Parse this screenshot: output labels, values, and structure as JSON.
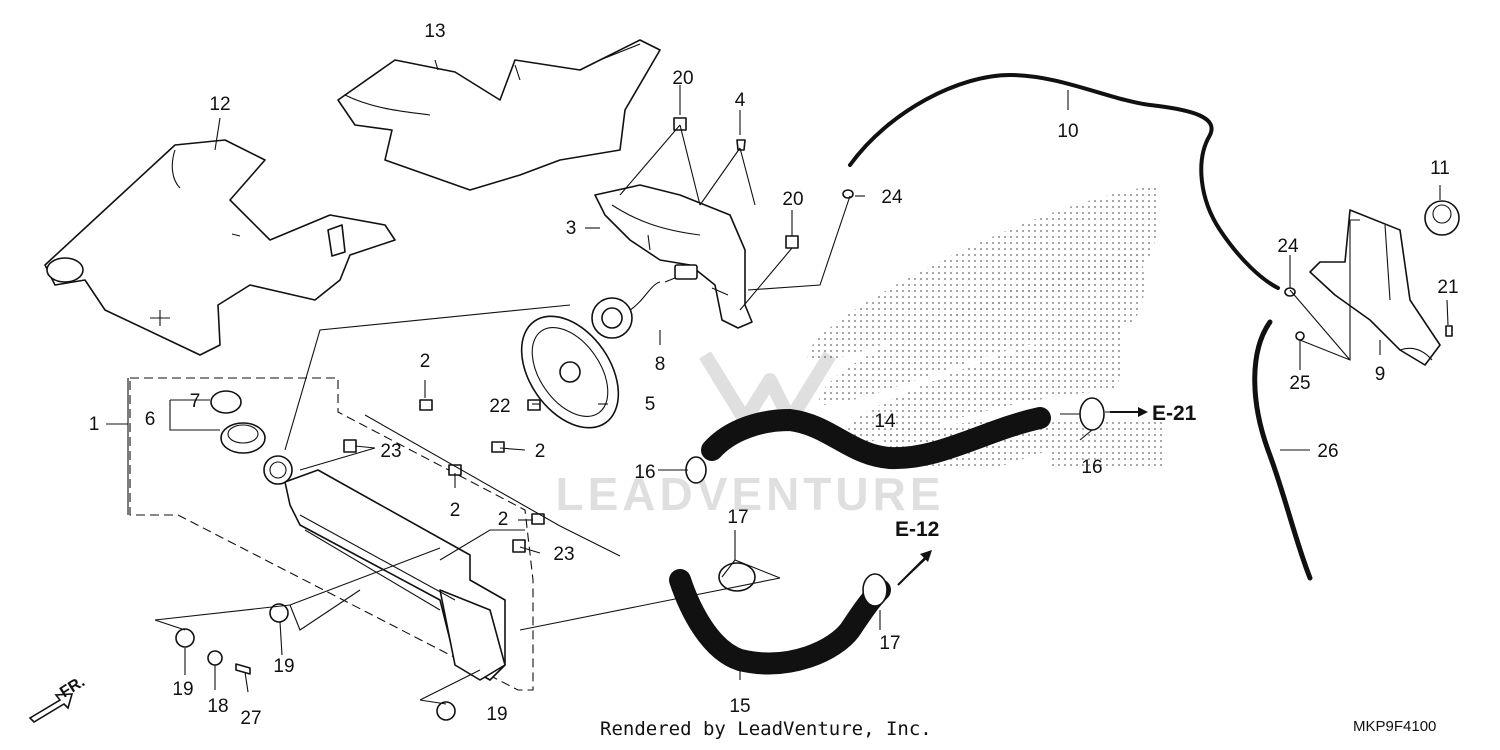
{
  "diagram": {
    "callouts": [
      {
        "id": "c1",
        "text": "1"
      },
      {
        "id": "c2a",
        "text": "2"
      },
      {
        "id": "c2b",
        "text": "2"
      },
      {
        "id": "c2c",
        "text": "2"
      },
      {
        "id": "c2d",
        "text": "2"
      },
      {
        "id": "c3",
        "text": "3"
      },
      {
        "id": "c4",
        "text": "4"
      },
      {
        "id": "c5",
        "text": "5"
      },
      {
        "id": "c6",
        "text": "6"
      },
      {
        "id": "c7",
        "text": "7"
      },
      {
        "id": "c8",
        "text": "8"
      },
      {
        "id": "c9",
        "text": "9"
      },
      {
        "id": "c10",
        "text": "10"
      },
      {
        "id": "c11",
        "text": "11"
      },
      {
        "id": "c12",
        "text": "12"
      },
      {
        "id": "c13",
        "text": "13"
      },
      {
        "id": "c14",
        "text": "14"
      },
      {
        "id": "c15",
        "text": "15"
      },
      {
        "id": "c16a",
        "text": "16"
      },
      {
        "id": "c16b",
        "text": "16"
      },
      {
        "id": "c17a",
        "text": "17"
      },
      {
        "id": "c17b",
        "text": "17"
      },
      {
        "id": "c18",
        "text": "18"
      },
      {
        "id": "c19a",
        "text": "19"
      },
      {
        "id": "c19b",
        "text": "19"
      },
      {
        "id": "c19c",
        "text": "19"
      },
      {
        "id": "c20a",
        "text": "20"
      },
      {
        "id": "c20b",
        "text": "20"
      },
      {
        "id": "c21",
        "text": "21"
      },
      {
        "id": "c22",
        "text": "22"
      },
      {
        "id": "c23a",
        "text": "23"
      },
      {
        "id": "c23b",
        "text": "23"
      },
      {
        "id": "c24a",
        "text": "24"
      },
      {
        "id": "c24b",
        "text": "24"
      },
      {
        "id": "c25",
        "text": "25"
      },
      {
        "id": "c26",
        "text": "26"
      },
      {
        "id": "c27",
        "text": "27"
      }
    ],
    "references": {
      "e21": "E-21",
      "e12": "E-12"
    },
    "front_indicator": "FR.",
    "watermark": "LEADVENTURE"
  },
  "footer": {
    "credit": "Rendered by LeadVenture, Inc.",
    "code": "MKP9F4100"
  }
}
